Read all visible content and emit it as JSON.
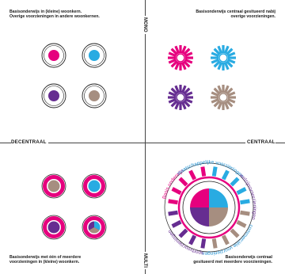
{
  "quadrants": {
    "top_left": {
      "line1": "Basisonderwijs in (kleine) woonkern.",
      "line2": "Overige voorzieningen in andere woonkernen."
    },
    "top_right": {
      "line1": "Basisonderwijs centraal gesitueerd nabij",
      "line2": "overige voorzieningen."
    },
    "bottom_left": {
      "line1": "Basisonderwijs met één of meerdere",
      "line2": "voorzieningen in (kleine) woonkern."
    },
    "bottom_right": {
      "line1": "Basisonderwijs centraal",
      "line2": "gesitueerd met meerdere voorzieningen."
    }
  },
  "axes": {
    "left": "DECENTRAAL",
    "right": "CENTRAAL",
    "top": "MONO",
    "bottom": "MULTI"
  },
  "ring_labels": {
    "basis": "Basis onderwijs",
    "maatschappelijk": "maatschappelijke voorzieningen",
    "welzijn": "welzijnsvoorzieningen",
    "commercieel": "commerciële voorzieningen",
    "sport": "sportvoorzieningen"
  },
  "colors": {
    "pink": "#e6007e",
    "blue": "#29abe2",
    "purple": "#662d91",
    "taupe": "#a68e80",
    "text_blue": "#1d8fd1"
  }
}
